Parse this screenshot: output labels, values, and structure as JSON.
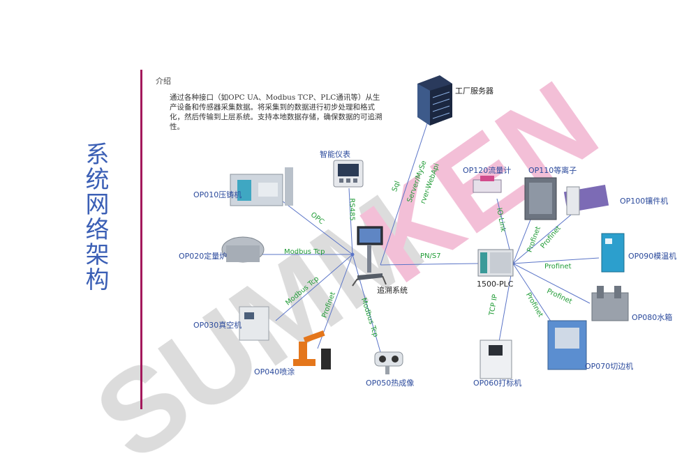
{
  "title": "系统网络架构",
  "intro": {
    "heading": "介绍",
    "body": "通过各种接口（如OPC UA、Modbus TCP、PLC通讯等）从生产设备和传感器采集数据。将采集到的数据进行初步处理和格式化，然后传输到上层系统。支持本地数据存储，确保数据的可追溯性。"
  },
  "watermark": "SUMMKEN",
  "hubs": {
    "trace": "追溯系统",
    "plc": "1500-PLC",
    "server": "工厂服务器",
    "meter": "智能仪表"
  },
  "devices_left": [
    {
      "label": "OP010压铸机",
      "protocol": "OPC"
    },
    {
      "label": "OP020定量炉",
      "protocol": "Modbus Tcp"
    },
    {
      "label": "OP030真空机",
      "protocol": "Modbus Tcp"
    },
    {
      "label": "OP040喷涂",
      "protocol": "Profinet"
    },
    {
      "label": "OP050热成像",
      "protocol": "Modbus Tcp"
    }
  ],
  "devices_right": [
    {
      "label": "OP120流量计",
      "protocol": "IO-Link"
    },
    {
      "label": "OP110等离子",
      "protocol": "Profinet"
    },
    {
      "label": "OP100镶件机",
      "protocol": "Profinet"
    },
    {
      "label": "OP090模温机",
      "protocol": "Profinet"
    },
    {
      "label": "OP080水箱",
      "protocol": "Profinet"
    },
    {
      "label": "OP070切边机",
      "protocol": "Profinet"
    },
    {
      "label": "OP060打标机",
      "protocol": "TCP IP"
    }
  ],
  "links": {
    "meter_to_trace": "RS485",
    "plc_to_trace": "PN/S7",
    "trace_to_server": [
      "Sql",
      "Server/MySe",
      "rver-WebApi"
    ]
  },
  "colors": {
    "accent": "#a3185b",
    "title": "#3b5fb5",
    "protocol": "#1f9b35",
    "line": "#5a74c7",
    "watermark_gray": "#d9d9d9",
    "watermark_pink": "#f2b8d3"
  }
}
